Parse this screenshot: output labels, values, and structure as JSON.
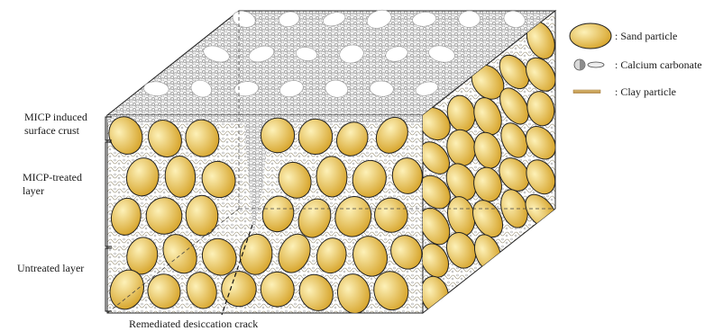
{
  "layers": {
    "crust": "MICP induced surface crust",
    "treated": "MICP-treated layer",
    "untreated": "Untreated layer"
  },
  "crack_label": "Remediated desiccation crack",
  "legend": [
    {
      "text": ":  Sand particle",
      "icon": "sand-particle-icon"
    },
    {
      "text": ":  Calcium carbonate",
      "icon": "calcium-carbonate-icon"
    },
    {
      "text": ":  Clay particle",
      "icon": "clay-particle-icon"
    }
  ],
  "colors": {
    "sand_light": "#fdf1b8",
    "sand_dark": "#d7a52c",
    "carbonate": "#9a9a9a",
    "clay": "#c8a25a",
    "outline": "#222222"
  }
}
